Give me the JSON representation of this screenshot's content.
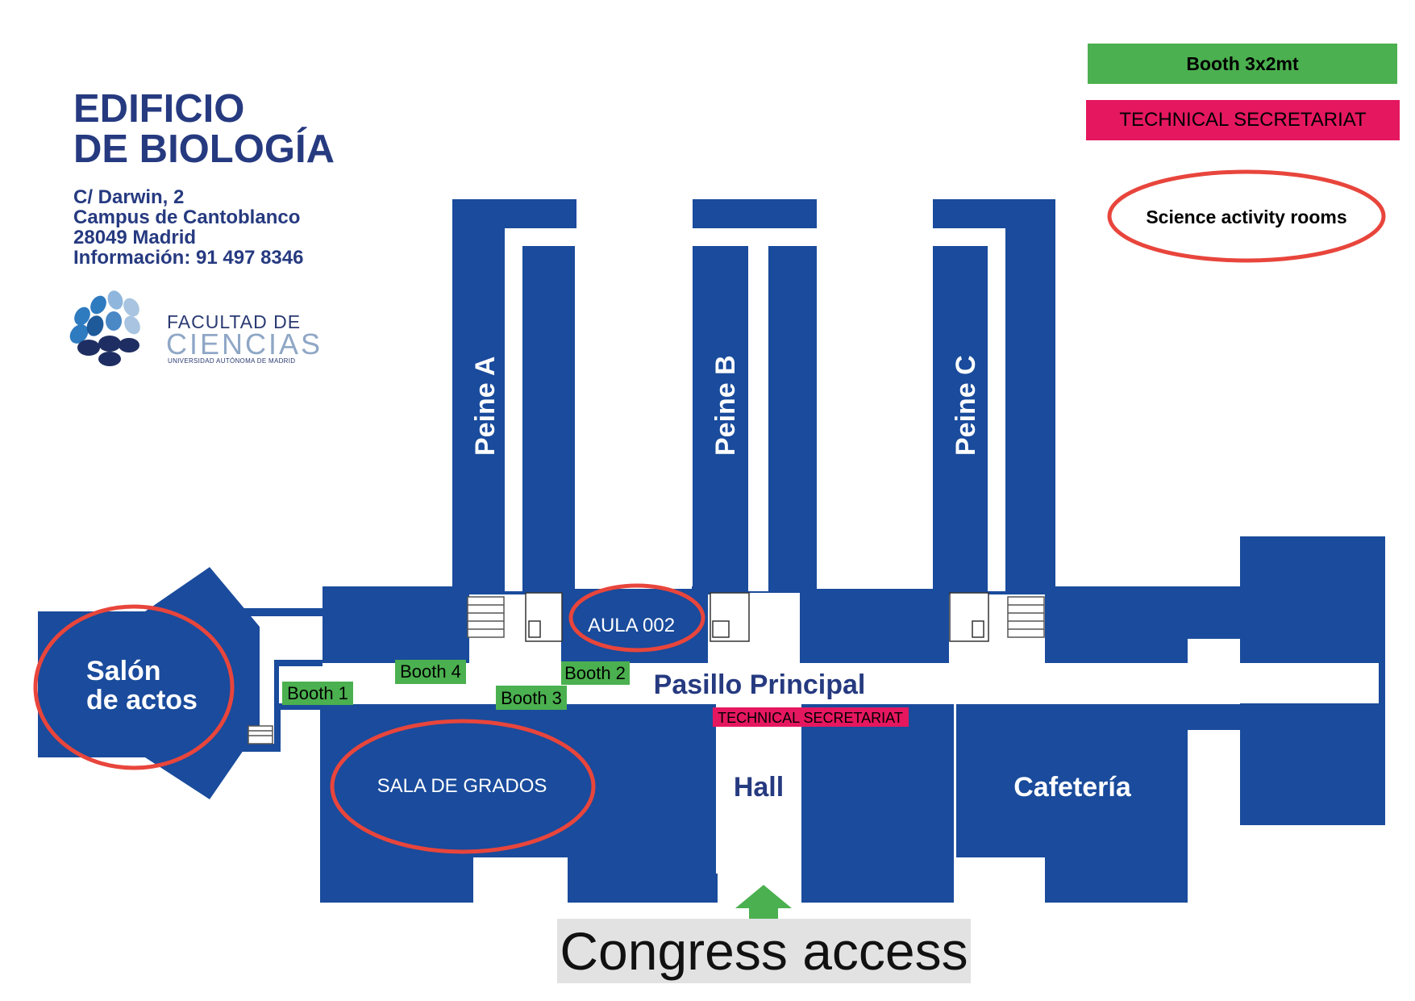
{
  "building": {
    "title_line1": "EDIFICIO",
    "title_line2": "DE BIOLOGÍA",
    "address": [
      "C/ Darwin, 2",
      "Campus de Cantoblanco",
      "28049 Madrid",
      "Información: 91 497 8346"
    ]
  },
  "logo": {
    "line1": "FACULTAD DE",
    "line2": "CIENCIAS",
    "line3": "UNIVERSIDAD AUTÓNOMA DE MADRID"
  },
  "legend": {
    "booth": "Booth 3x2mt",
    "technical": "TECHNICAL SECRETARIAT",
    "science": "Science activity rooms"
  },
  "rooms": {
    "peine_a": "Peine A",
    "peine_b": "Peine B",
    "peine_c": "Peine C",
    "salon_1": "Salón",
    "salon_2": "de actos",
    "aula": "AULA 002",
    "pasillo": "Pasillo Principal",
    "sala": "SALA DE GRADOS",
    "hall": "Hall",
    "cafeteria": "Cafetería"
  },
  "booths": [
    "Booth 1",
    "Booth 2",
    "Booth 3",
    "Booth 4"
  ],
  "tech_label": "TECHNICAL SECRETARIAT",
  "access": "Congress access",
  "colors": {
    "building": "#1a4b9c",
    "booth": "#4bb04f",
    "technical": "#e5175f",
    "highlight": "#e8453c",
    "arrow": "#4bb04f"
  }
}
